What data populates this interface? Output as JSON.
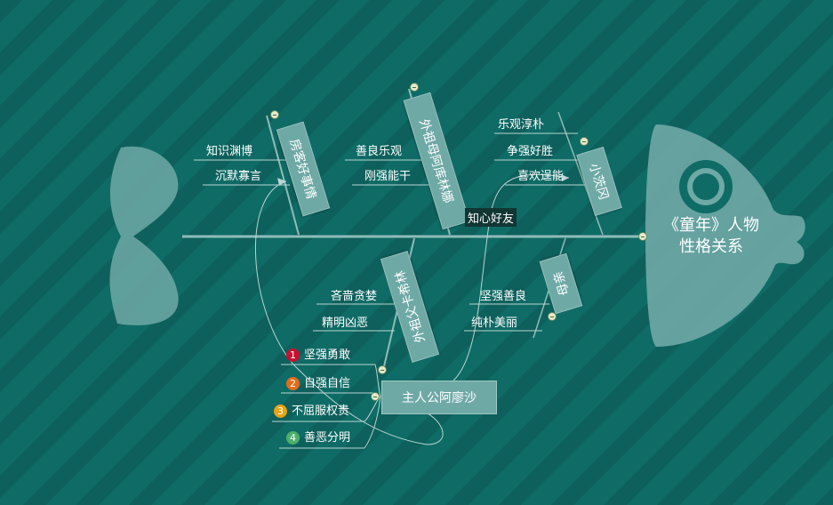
{
  "root": {
    "title_line1": "《童年》人物",
    "title_line2": "性格关系"
  },
  "branches": {
    "fangke": {
      "label": "房客好事情",
      "items": [
        "知识渊博",
        "沉默寡言"
      ]
    },
    "waizumu": {
      "label": "外祖母阿库林娜",
      "items": [
        "善良乐观",
        "刚强能干"
      ]
    },
    "xiaoqiaofeng": {
      "label": "小茨冈",
      "items": [
        "乐观淳朴",
        "争强好胜",
        "喜欢逞能"
      ]
    },
    "waizufu": {
      "label": "外祖父卡希林",
      "items": [
        "吝啬贪婪",
        "精明凶恶"
      ]
    },
    "muqin": {
      "label": "母亲",
      "items": [
        "坚强善良",
        "纯朴美丽"
      ]
    }
  },
  "highlight": "知心好友",
  "protagonist": {
    "label": "主人公阿廖沙",
    "traits": [
      {
        "num": "1",
        "text": "坚强勇敢",
        "color": "#c8102e"
      },
      {
        "num": "2",
        "text": "自强自信",
        "color": "#e36c1b"
      },
      {
        "num": "3",
        "text": "不屈服权贵",
        "color": "#e8a317"
      },
      {
        "num": "4",
        "text": "善恶分明",
        "color": "#4caf6a"
      }
    ]
  },
  "colors": {
    "background": "#0f6b66",
    "fish": "#6fa9a6",
    "spine": "#8fbcb9"
  }
}
